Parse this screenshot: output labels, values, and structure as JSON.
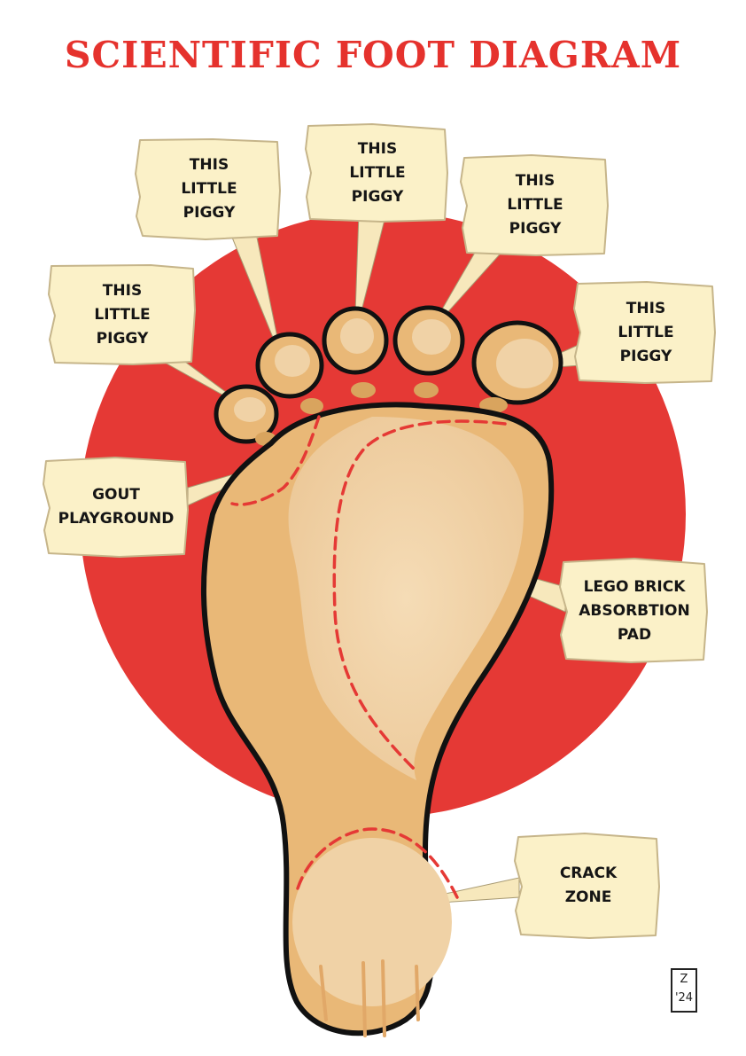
{
  "title": "SCIENTIFIC FOOT DIAGRAM",
  "labels": {
    "piggy_1": "THIS\nLITTLE\nPIGGY",
    "piggy_2": "THIS\nLITTLE\nPIGGY",
    "piggy_3": "THIS\nLITTLE\nPIGGY",
    "piggy_4": "THIS\nLITTLE\nPIGGY",
    "piggy_5": "THIS\nLITTLE\nPIGGY",
    "gout": "GOUT\nPLAYGROUND",
    "lego": "LEGO BRICK\nABSORBTION\nPAD",
    "crack": "CRACK\nZONE"
  },
  "signature": "Z\n'24",
  "colors": {
    "title": "#e5322d",
    "sun": "#e53935",
    "skin": "#e9b877",
    "skin_light": "#f0d2a6",
    "outline": "#111111",
    "dash": "#e53935",
    "parchment": "#fbf1c8",
    "parchment_edge": "#c6b58a"
  }
}
